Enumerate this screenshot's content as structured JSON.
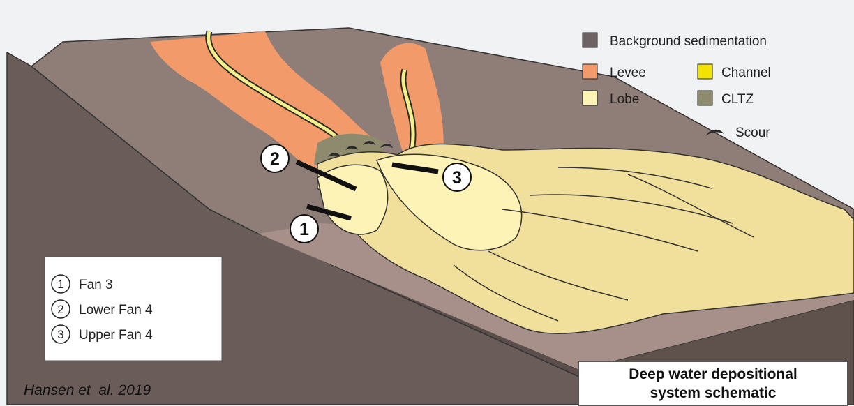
{
  "legend": {
    "background_sedimentation": "Background sedimentation",
    "levee": "Levee",
    "channel": "Channel",
    "lobe": "Lobe",
    "cltz": "CLTZ",
    "scour": "Scour"
  },
  "colors": {
    "background_sedimentation": "#6e6262",
    "levee": "#f29a6a",
    "channel": "#f3e400",
    "lobe": "#fdf3b7",
    "cltz": "#8e8a6e",
    "slope_top": "#8f7d77",
    "basin_floor": "#a79089",
    "lobe_fill": "#f1df9c"
  },
  "markers": [
    {
      "number": "1"
    },
    {
      "number": "2"
    },
    {
      "number": "3"
    }
  ],
  "key": {
    "items": [
      {
        "number": "1",
        "label": "Fan 3"
      },
      {
        "number": "2",
        "label": "Lower Fan 4"
      },
      {
        "number": "3",
        "label": "Upper Fan 4"
      }
    ]
  },
  "citation": "Hansen et  al. 2019",
  "title": {
    "line1": "Deep water depositional",
    "line2": "system schematic"
  }
}
